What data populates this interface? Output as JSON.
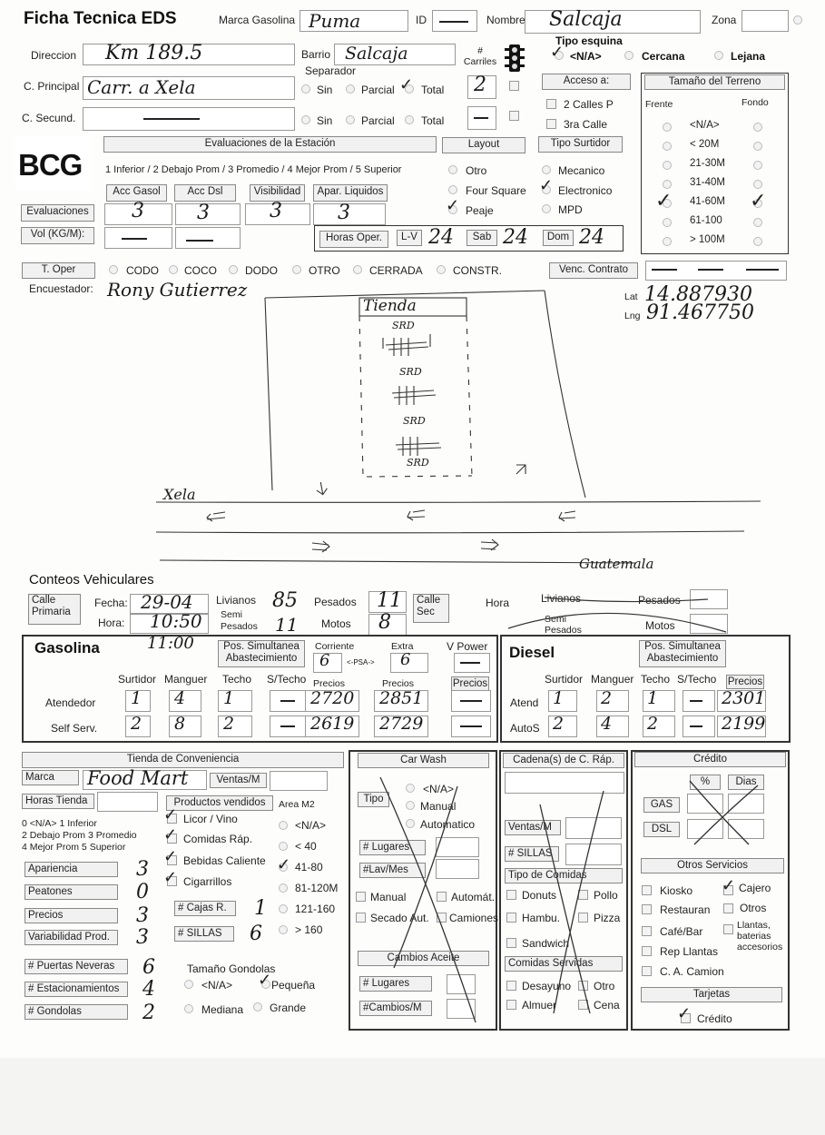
{
  "header": {
    "title": "Ficha Tecnica EDS",
    "marca_label": "Marca Gasolina",
    "marca_value": "Puma",
    "id_label": "ID",
    "nombre_label": "Nombre",
    "nombre_value": "Salcaja",
    "zona_label": "Zona"
  },
  "address": {
    "direccion_label": "Direccion",
    "direccion_value": "Km 189.5",
    "barrio_label": "Barrio",
    "barrio_value": "Salcaja",
    "separador_label": "Separador",
    "carriles_label": "# Carriles",
    "c_principal_label": "C. Principal",
    "c_principal_value": "Carr. a Xela",
    "c_secund_label": "C. Secund.",
    "sin": "Sin",
    "parcial": "Parcial",
    "total": "Total",
    "carriles_principal": "2"
  },
  "esquina": {
    "title": "Tipo esquina",
    "na": "<N/A>",
    "cercana": "Cercana",
    "lejana": "Lejana"
  },
  "acceso": {
    "title": "Acceso a:",
    "opt1": "2 Calles P",
    "opt2": "3ra Calle"
  },
  "terreno": {
    "title": "Tamaño del Terreno",
    "frente": "Frente",
    "fondo": "Fondo",
    "sizes": [
      "<N/A>",
      "< 20M",
      "21-30M",
      "31-40M",
      "41-60M",
      "61-100",
      "> 100M"
    ]
  },
  "logo": "BCG",
  "evaluaciones": {
    "title": "Evaluaciones de la Estación",
    "scale": "1 Inferior / 2 Debajo Prom / 3 Promedio / 4 Mejor Prom / 5 Superior",
    "acc_gasol": "Acc Gasol",
    "acc_dsl": "Acc Dsl",
    "visibilidad": "Visibilidad",
    "apar": "Apar. Liquidos",
    "row_label": "Evaluaciones",
    "v1": "3",
    "v2": "3",
    "v3": "3",
    "v4": "3",
    "vol_label": "Vol (KG/M):"
  },
  "layout": {
    "title": "Layout",
    "otro": "Otro",
    "four_square": "Four Square",
    "peaje": "Peaje"
  },
  "surtidor": {
    "title": "Tipo Surtidor",
    "mecanico": "Mecanico",
    "electronico": "Electronico",
    "mpd": "MPD"
  },
  "horas": {
    "label": "Horas Oper.",
    "lv": "L-V",
    "lv_val": "24",
    "sab": "Sab",
    "sab_val": "24",
    "dom": "Dom",
    "dom_val": "24"
  },
  "toper": {
    "label": "T. Oper",
    "codo": "CODO",
    "coco": "COCO",
    "dodo": "DODO",
    "otro": "OTRO",
    "cerrada": "CERRADA",
    "constr": "CONSTR.",
    "venc": "Venc. Contrato"
  },
  "encuestador": {
    "label": "Encuestador:",
    "value": "Rony Gutierrez"
  },
  "coords": {
    "lat_label": "Lat",
    "lat": "14.887930",
    "lng_label": "Lng",
    "lng": "91.467750"
  },
  "sketch": {
    "tienda": "Tienda",
    "srd": "SRD",
    "xela": "Xela",
    "guatemala": "Guatemala"
  },
  "conteos": {
    "title": "Conteos Vehiculares",
    "calle_primaria": "Calle Primaria",
    "fecha_label": "Fecha:",
    "fecha": "29-04",
    "hora_label": "Hora:",
    "hora": "10:50",
    "livianos": "Livianos",
    "livianos_val": "85",
    "pesados": "Pesados",
    "pesados_val": "11",
    "semi": "Semi Pesados",
    "semi_val": "11",
    "motos": "Motos",
    "motos_val": "8",
    "calle_sec": "Calle Sec",
    "hora2": "Hora",
    "livianos2": "Livianos",
    "pesados2": "Pesados",
    "semi2": "Semi Pesados",
    "motos2": "Motos"
  },
  "gasolina": {
    "title": "Gasolina",
    "time": "11:00",
    "pos": "Pos. Simultanea Abastecimiento",
    "corriente": "Corriente",
    "extra": "Extra",
    "vpower": "V Power",
    "c_val": "6",
    "psa": "<-PSA->",
    "e_val": "6",
    "surtidor": "Surtidor",
    "manguer": "Manguer",
    "techo": "Techo",
    "stecho": "S/Techo",
    "precios": "Precios",
    "atendedor": "Atendedor",
    "self": "Self Serv.",
    "at_surt": "1",
    "at_mang": "4",
    "at_techo": "1",
    "at_st": "—",
    "at_p1": "2720",
    "at_p2": "2851",
    "sf_surt": "2",
    "sf_mang": "8",
    "sf_techo": "2",
    "sf_st": "—",
    "sf_p1": "2619",
    "sf_p2": "2729"
  },
  "diesel": {
    "title": "Diesel",
    "pos": "Pos. Simultanea Abastecimiento",
    "surtidor": "Surtidor",
    "manguer": "Manguer",
    "techo": "Techo",
    "stecho": "S/Techo",
    "precios": "Precios",
    "atend": "Atend",
    "autos": "AutoS",
    "at_surt": "1",
    "at_mang": "2",
    "at_techo": "1",
    "at_st": "—",
    "at_p": "2301",
    "au_surt": "2",
    "au_mang": "4",
    "au_techo": "2",
    "au_st": "—",
    "au_p": "2199"
  },
  "tienda": {
    "title": "Tienda de Conveniencia",
    "marca": "Marca",
    "marca_val": "Food Mart",
    "ventas": "Ventas/M",
    "horas": "Horas Tienda",
    "productos": "Productos vendidos",
    "licor": "Licor / Vino",
    "comidas": "Comidas Ráp.",
    "bebidas": "Bebidas Caliente",
    "cigarrillos": "Cigarrillos",
    "area": "Area M2",
    "areas": [
      "<N/A>",
      "< 40",
      "41-80",
      "81-120M",
      "121-160",
      "> 160"
    ],
    "scale1": "0 <N/A>   1 Inferior",
    "scale2": "2 Debajo Prom  3 Promedio",
    "scale3": "4 Mejor Prom   5 Superior",
    "apariencia": "Apariencia",
    "apariencia_v": "3",
    "peatones": "Peatones",
    "peatones_v": "0",
    "precios": "Precios",
    "precios_v": "3",
    "variabilidad": "Variabilidad Prod.",
    "variabilidad_v": "3",
    "cajas": "# Cajas R.",
    "cajas_v": "1",
    "sillas": "# SILLAS",
    "sillas_v": "6",
    "puertas": "# Puertas Neveras",
    "puertas_v": "6",
    "estac": "# Estacionamientos",
    "estac_v": "4",
    "gondolas": "# Gondolas",
    "gondolas_v": "2",
    "tam_gondolas": "Tamaño Gondolas",
    "g_na": "<N/A>",
    "g_pequena": "Pequeña",
    "g_mediana": "Mediana",
    "g_grande": "Grande"
  },
  "carwash": {
    "title": "Car Wash",
    "tipo": "Tipo",
    "na": "<N/A>",
    "manual": "Manual",
    "automatico": "Automatico",
    "lugares": "# Lugares",
    "lav": "#Lav/Mes",
    "manual2": "Manual",
    "automat": "Automát.",
    "secado": "Secado Aut.",
    "camiones": "Camiones",
    "cambios": "Cambios Aceite",
    "lugares2": "# Lugares",
    "cambios_m": "#Cambios/M"
  },
  "cadena": {
    "title": "Cadena(s) de C. Ráp.",
    "ventas": "Ventas/M",
    "sillas": "# SILLAS",
    "tipo": "Tipo de Comidas",
    "donuts": "Donuts",
    "pollo": "Pollo",
    "hambu": "Hambu.",
    "pizza": "Pizza",
    "sandwich": "Sandwich",
    "servidas": "Comidas Servidas",
    "desayuno": "Desayuno",
    "otro": "Otro",
    "almuer": "Almuer",
    "cena": "Cena"
  },
  "credito": {
    "title": "Crédito",
    "pct": "%",
    "dias": "Dias",
    "gas": "GAS",
    "dsl": "DSL",
    "otros": "Otros Servicios",
    "kiosko": "Kiosko",
    "cajero": "Cajero",
    "restauran": "Restauran",
    "otros2": "Otros",
    "cafe": "Café/Bar",
    "llantas": "Llantas, baterias accesorios",
    "rep": "Rep Llantas",
    "camion": "C. A. Camion",
    "tarjetas": "Tarjetas",
    "credito2": "Crédito"
  },
  "colors": {
    "paper": "#fdfdfb",
    "ink": "#1a1a1a",
    "label_bg": "#f1f1f1"
  }
}
